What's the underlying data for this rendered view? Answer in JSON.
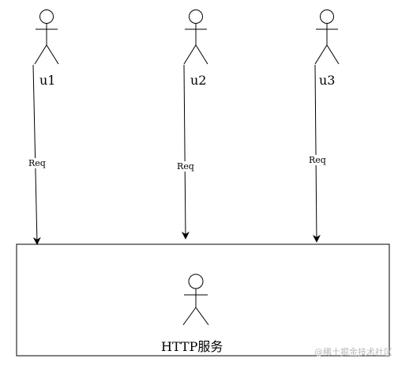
{
  "actors": [
    {
      "label": "u1"
    },
    {
      "label": "u2"
    },
    {
      "label": "u3"
    }
  ],
  "edges": [
    {
      "from": "u1",
      "to": "HTTP服务",
      "label": "Req"
    },
    {
      "from": "u2",
      "to": "HTTP服务",
      "label": "Req"
    },
    {
      "from": "u3",
      "to": "HTTP服务",
      "label": "Req"
    }
  ],
  "service": {
    "label": "HTTP服务"
  },
  "watermark": "@稀土掘金技术社区"
}
